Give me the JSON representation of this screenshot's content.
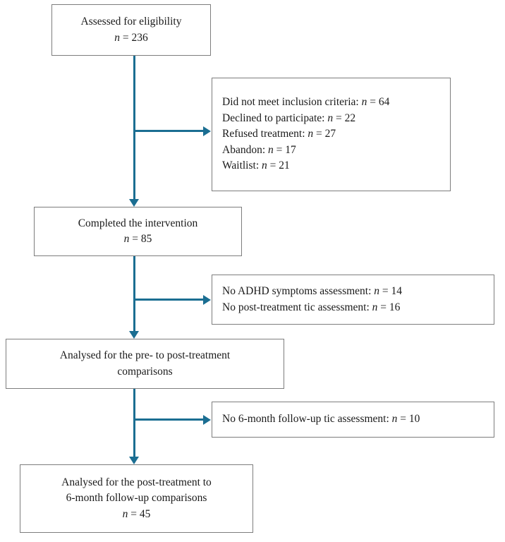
{
  "diagram": {
    "title": "CONSORT-style participant flow diagram",
    "accent_color": "#1b6e92",
    "box_border_color": "#7d7d7d",
    "background_color": "#ffffff"
  },
  "boxes": {
    "assessed": {
      "lines": [
        {
          "text": "Assessed for eligibility"
        },
        {
          "prefix": "",
          "var": "n",
          "value": " = 236"
        }
      ],
      "line1": "Assessed for eligibility",
      "line2_value": " = 236",
      "var": "n"
    },
    "exclusions": {
      "items": [
        {
          "label": "Did not meet inclusion criteria:",
          "var": "n",
          "value": " = 64"
        },
        {
          "label": "Declined to participate:",
          "var": "n",
          "value": " = 22"
        },
        {
          "label": "Refused treatment:",
          "var": "n",
          "value": " = 27"
        },
        {
          "label": "Abandon:",
          "var": "n",
          "value": " = 17"
        },
        {
          "label": "Waitlist:",
          "var": "n",
          "value": " = 21"
        }
      ]
    },
    "completed": {
      "line1": "Completed the intervention",
      "var": "n",
      "line2_value": " = 85"
    },
    "missing_post": {
      "items": [
        {
          "label": "No ADHD symptoms assessment:",
          "var": "n",
          "value": " = 14"
        },
        {
          "label": "No post-treatment tic assessment:",
          "var": "n",
          "value": " = 16"
        }
      ]
    },
    "analysed_pre_post": {
      "line1": "Analysed for the pre- to post-treatment",
      "line2": "comparisons"
    },
    "missing_followup": {
      "items": [
        {
          "label": "No 6-month follow-up tic assessment:",
          "var": "n",
          "value": " = 10"
        }
      ]
    },
    "analysed_followup": {
      "line1": "Analysed for the post-treatment to",
      "line2": "6-month follow-up comparisons",
      "var": "n",
      "line3_value": " = 45"
    }
  }
}
